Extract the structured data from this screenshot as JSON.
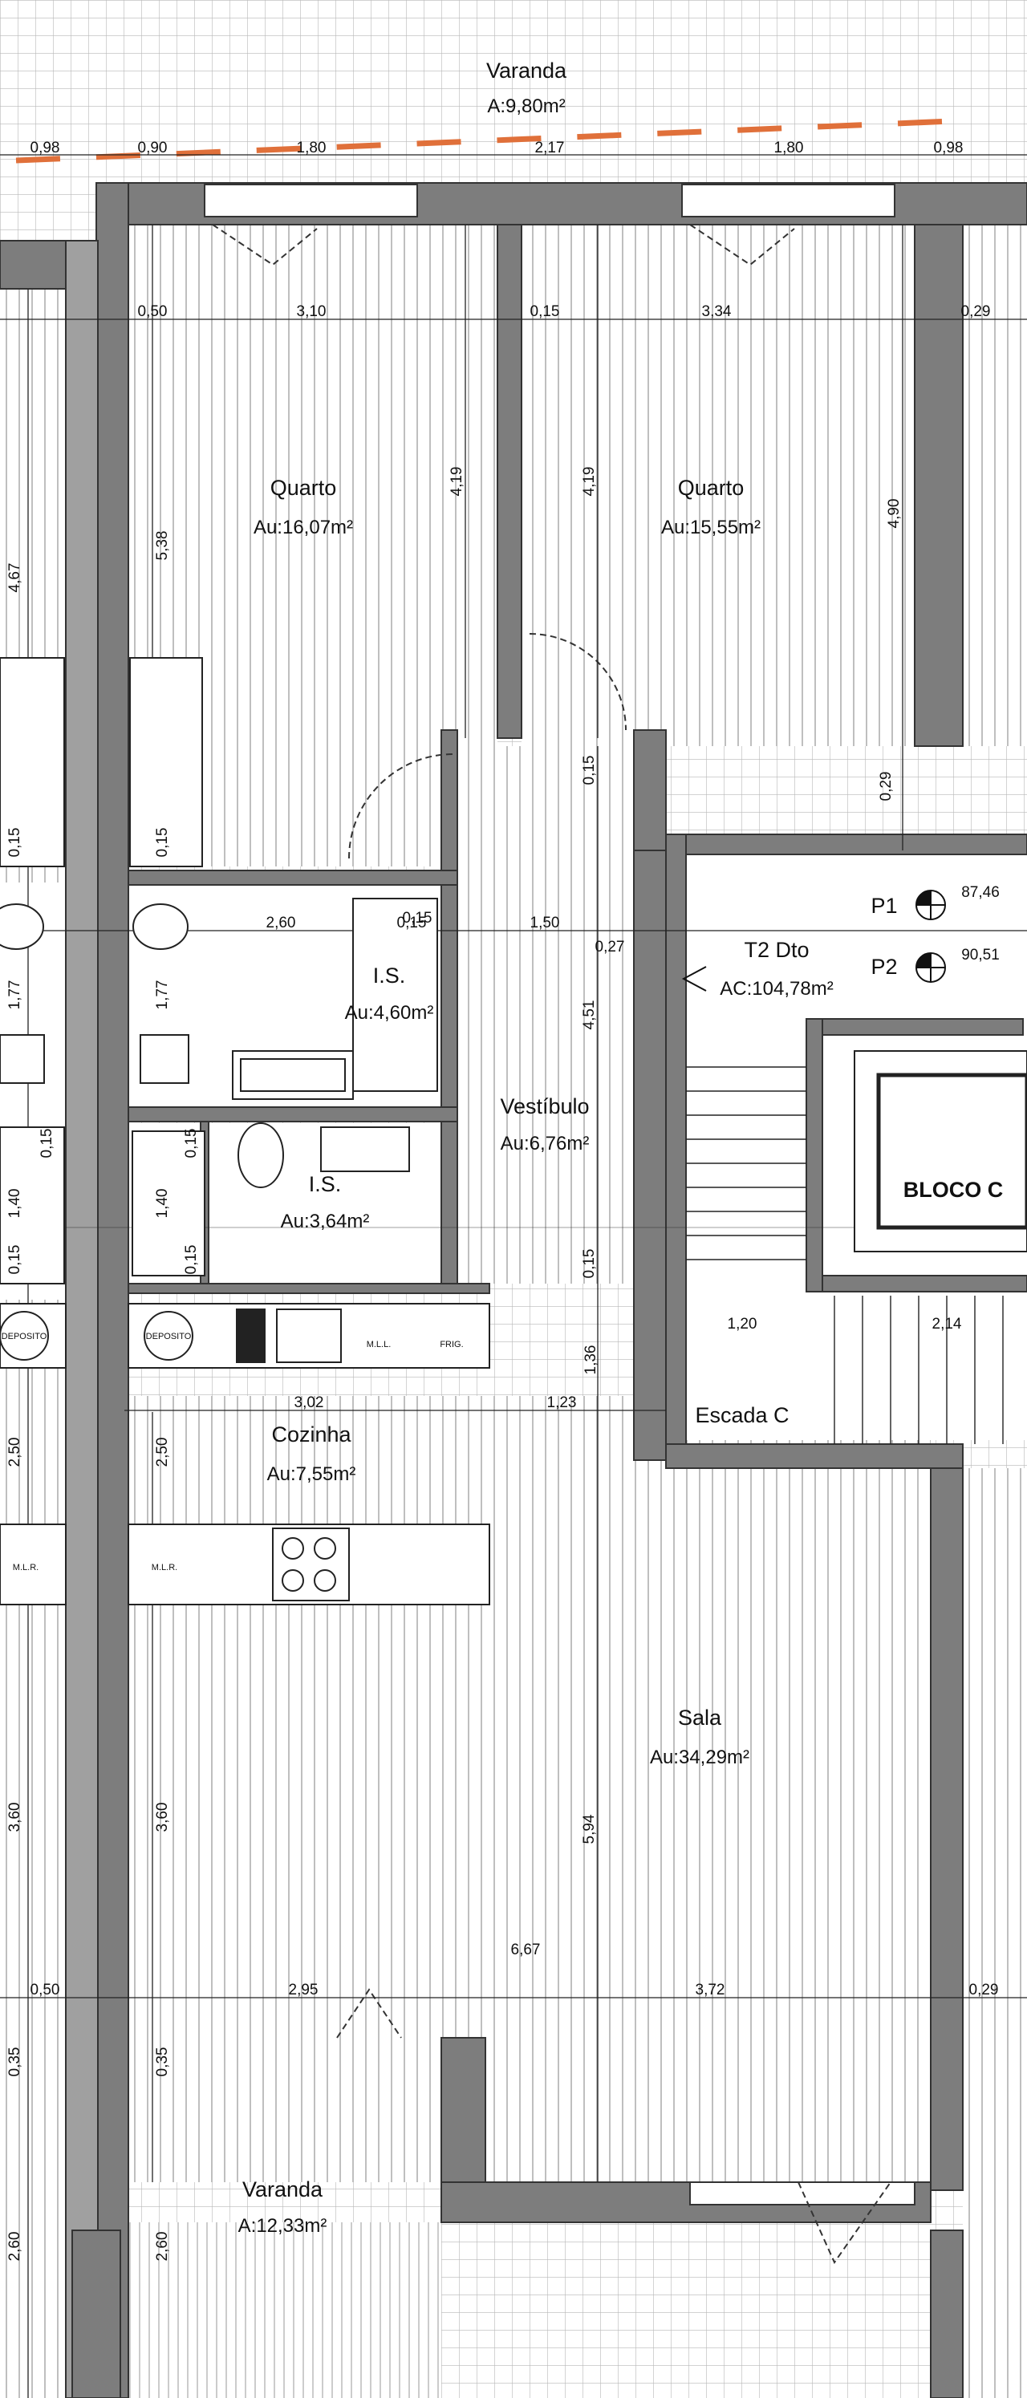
{
  "rooms": {
    "varanda_top": {
      "name": "Varanda",
      "area": "A:9,80m²"
    },
    "quarto_left": {
      "name": "Quarto",
      "area": "Au:16,07m²"
    },
    "quarto_right": {
      "name": "Quarto",
      "area": "Au:15,55m²"
    },
    "is_top": {
      "name": "I.S.",
      "area": "Au:4,60m²"
    },
    "is_bottom": {
      "name": "I.S.",
      "area": "Au:3,64m²"
    },
    "vestibulo": {
      "name": "Vestíbulo",
      "area": "Au:6,76m²"
    },
    "cozinha": {
      "name": "Cozinha",
      "area": "Au:7,55m²"
    },
    "sala": {
      "name": "Sala",
      "area": "Au:34,29m²"
    },
    "varanda_bottom": {
      "name": "Varanda",
      "area": "A:12,33m²"
    },
    "unit": {
      "name": "T2 Dto",
      "area": "AC:104,78m²"
    },
    "bloco": {
      "name": "BLOCO C"
    },
    "escada": {
      "name": "Escada C"
    }
  },
  "levels": {
    "p1": {
      "label": "P1",
      "value": "87,46"
    },
    "p2": {
      "label": "P2",
      "value": "90,51"
    }
  },
  "dims": {
    "top_row": [
      "0,98",
      "0,90",
      "1,80",
      "2,17",
      "1,80",
      "0,98"
    ],
    "quarto_row": [
      "0,50",
      "3,10",
      "0,15",
      "3,34",
      "0,29"
    ],
    "quarto_vertical": [
      "5,38",
      "4,19",
      "4,19",
      "4,90",
      "4,67"
    ],
    "hall": [
      "0,15",
      "0,29",
      "0,15",
      "0,15",
      "0,15"
    ],
    "is_row": [
      "2,60",
      "0,15",
      "1,50",
      "0,27"
    ],
    "is_vertical": [
      "1,77",
      "1,77",
      "4,51"
    ],
    "is2_vertical": [
      "1,40",
      "1,40",
      "0,15",
      "0,15",
      "0,15",
      "0,15",
      "0,15"
    ],
    "kitchen_row": [
      "3,02",
      "1,23",
      "1,36",
      "1,20",
      "2,14"
    ],
    "kitchen_vertical": [
      "2,50",
      "2,50"
    ],
    "sala_vertical": [
      "3,60",
      "3,60",
      "5,94"
    ],
    "bottom_row": [
      "6,67",
      "0,50",
      "2,95",
      "3,72",
      "0,29"
    ],
    "balcony_vertical": [
      "0,35",
      "0,35",
      "2,60",
      "2,60"
    ]
  },
  "fixtures": {
    "deposito_left": "DEPOSITO",
    "deposito_mid": "DEPOSITO",
    "mll": "M.L.L.",
    "frig": "FRIG.",
    "mlr_left": "M.L.R.",
    "mlr_mid": "M.L.R."
  }
}
